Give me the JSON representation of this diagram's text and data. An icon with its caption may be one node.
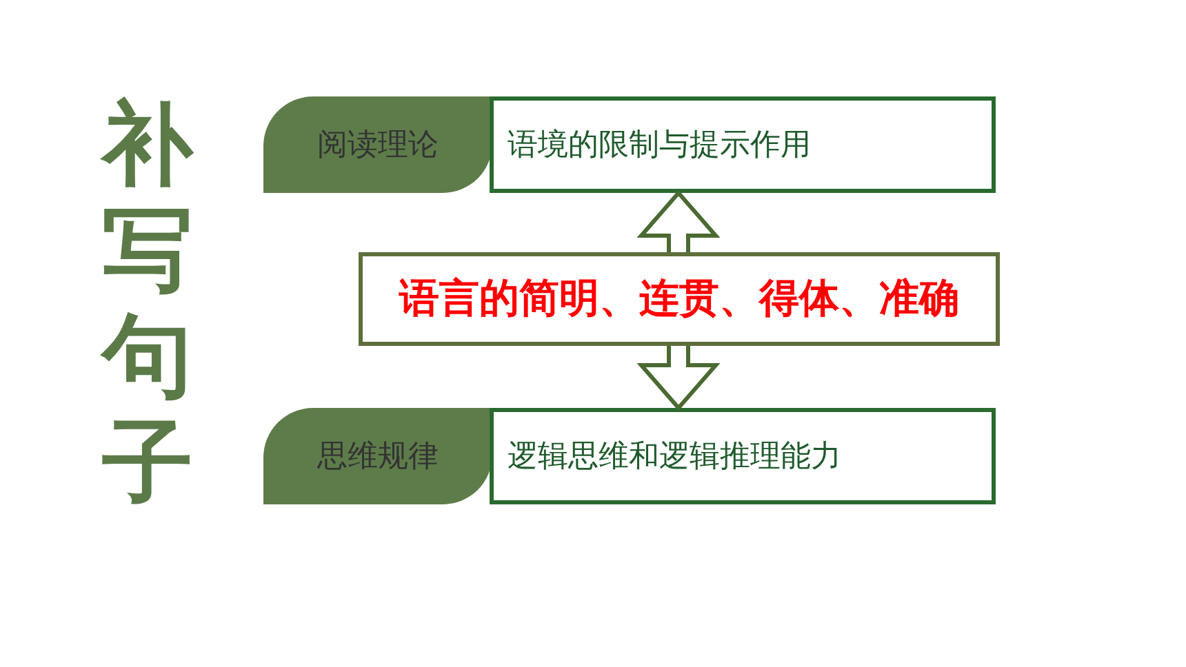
{
  "diagram": {
    "title": "补写句子",
    "nodes": [
      {
        "text": [
          "阅读理论"
        ]
      },
      {
        "text": [
          "语境的限制与提示作用"
        ]
      },
      {
        "text": [
          "语言的简明、连贯、得体、准确"
        ]
      },
      {
        "text": [
          "思维规律"
        ]
      },
      {
        "text": [
          "逻辑思维和逻辑推理能力"
        ]
      }
    ],
    "edges": [
      {
        "from": 2,
        "to": 1,
        "arrow": "to"
      },
      {
        "from": 2,
        "to": 4,
        "arrow": "to"
      }
    ]
  }
}
